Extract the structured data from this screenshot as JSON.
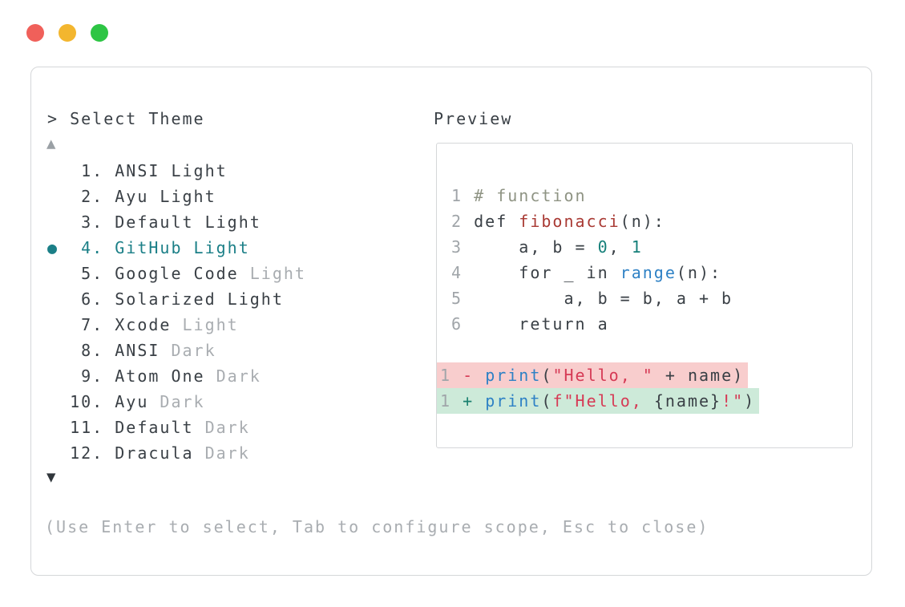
{
  "window": {
    "controls": [
      {
        "name": "close",
        "color": "#f0605a"
      },
      {
        "name": "minimize",
        "color": "#f3b62f"
      },
      {
        "name": "zoom",
        "color": "#2dc544"
      }
    ]
  },
  "header": {
    "select_theme": "> Select Theme",
    "preview": "Preview"
  },
  "theme_list": {
    "scroll_up": "▲",
    "scroll_down": "▼",
    "selected_marker": "●",
    "items": [
      {
        "num": "1",
        "name": "ANSI Light",
        "suffix": "",
        "selected": false
      },
      {
        "num": "2",
        "name": "Ayu Light",
        "suffix": "",
        "selected": false
      },
      {
        "num": "3",
        "name": "Default Light",
        "suffix": "",
        "selected": false
      },
      {
        "num": "4",
        "name": "GitHub Light",
        "suffix": "",
        "selected": true
      },
      {
        "num": "5",
        "name": "Google Code",
        "suffix": "Light",
        "selected": false
      },
      {
        "num": "6",
        "name": "Solarized Light",
        "suffix": "",
        "selected": false
      },
      {
        "num": "7",
        "name": "Xcode",
        "suffix": "Light",
        "selected": false
      },
      {
        "num": "8",
        "name": "ANSI",
        "suffix": "Dark",
        "selected": false
      },
      {
        "num": "9",
        "name": "Atom One",
        "suffix": "Dark",
        "selected": false
      },
      {
        "num": "10",
        "name": "Ayu",
        "suffix": "Dark",
        "selected": false
      },
      {
        "num": "11",
        "name": "Default",
        "suffix": "Dark",
        "selected": false
      },
      {
        "num": "12",
        "name": "Dracula",
        "suffix": "Dark",
        "selected": false
      }
    ]
  },
  "preview": {
    "code_lines": [
      {
        "bg": "",
        "segments": [
          [
            "ln",
            " 1 "
          ],
          [
            "cm",
            "# function"
          ]
        ]
      },
      {
        "bg": "",
        "segments": [
          [
            "ln",
            " 2 "
          ],
          [
            "pl",
            "def "
          ],
          [
            "fn",
            "fibonacci"
          ],
          [
            "pl",
            "(n):"
          ]
        ]
      },
      {
        "bg": "",
        "segments": [
          [
            "ln",
            " 3 "
          ],
          [
            "pl",
            "    a, b = "
          ],
          [
            "nu",
            "0"
          ],
          [
            "pl",
            ", "
          ],
          [
            "nu",
            "1"
          ]
        ]
      },
      {
        "bg": "",
        "segments": [
          [
            "ln",
            " 4 "
          ],
          [
            "pl",
            "    for _ in "
          ],
          [
            "bi",
            "range"
          ],
          [
            "pl",
            "(n):"
          ]
        ]
      },
      {
        "bg": "",
        "segments": [
          [
            "ln",
            " 5 "
          ],
          [
            "pl",
            "        a, b = b, a + b"
          ]
        ]
      },
      {
        "bg": "",
        "segments": [
          [
            "ln",
            " 6 "
          ],
          [
            "pl",
            "    return a"
          ]
        ]
      },
      {
        "bg": "",
        "segments": []
      },
      {
        "bg": "removed",
        "segments": [
          [
            "ln",
            "1 "
          ],
          [
            "mi",
            "- "
          ],
          [
            "bi",
            "print"
          ],
          [
            "pl",
            "("
          ],
          [
            "st",
            "\"Hello, \""
          ],
          [
            "pl",
            " + name)"
          ]
        ]
      },
      {
        "bg": "added",
        "segments": [
          [
            "ln",
            "1 "
          ],
          [
            "ad",
            "+ "
          ],
          [
            "bi",
            "print"
          ],
          [
            "pl",
            "("
          ],
          [
            "st",
            "f\"Hello, "
          ],
          [
            "pl",
            "{name}"
          ],
          [
            "st",
            "!\""
          ],
          [
            "pl",
            ")"
          ]
        ]
      }
    ]
  },
  "footer": {
    "help": "(Use Enter to select, Tab to configure scope, Esc to close)"
  },
  "colors": {
    "accent": "#1b7f87",
    "text": "#3a4046",
    "muted": "#a9adb1",
    "line_number": "#a0a5a9",
    "comment": "#8f9484",
    "function_red": "#a93a34",
    "string_red": "#d63a55",
    "builtin_blue": "#2e81c5",
    "number_teal": "#16807a",
    "added_teal": "#1a8070",
    "removed_bg": "#f8cdcd",
    "added_bg": "#cdead9",
    "border": "#d5d7d9",
    "scroll_up_icon": "#9aa0a5",
    "scroll_down_icon": "#30363b"
  }
}
